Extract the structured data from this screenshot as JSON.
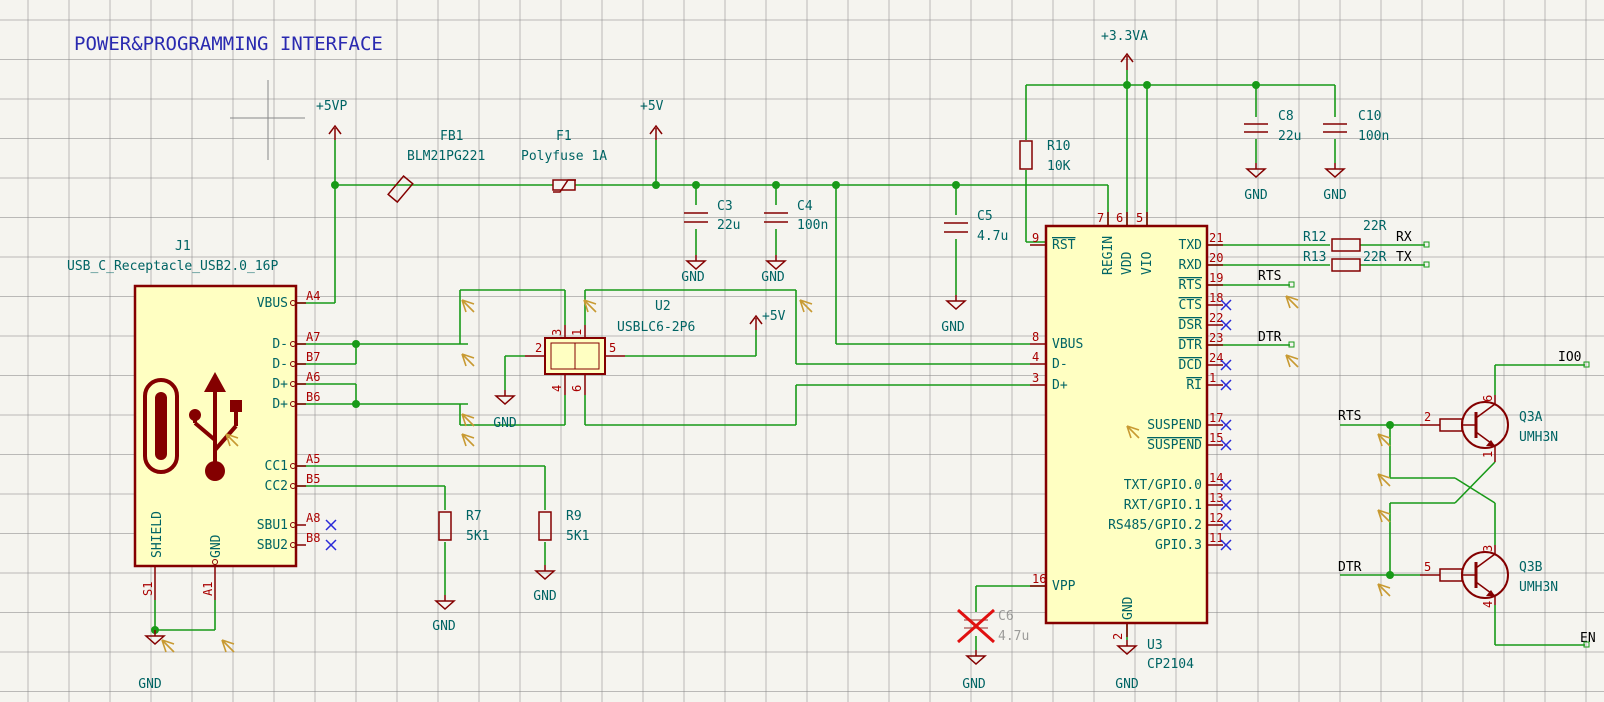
{
  "title": "POWER&PROGRAMMING INTERFACE",
  "power": {
    "v5vp": "+5VP",
    "v5v_a": "+5V",
    "v5v_b": "+5V",
    "v33": "+3.3VA",
    "gnd": [
      "GND",
      "GND",
      "GND",
      "GND",
      "GND",
      "GND",
      "GND",
      "GND",
      "GND",
      "GND",
      "GND"
    ]
  },
  "components": {
    "j1": {
      "ref": "J1",
      "value": "USB_C_Receptacle_USB2.0_16P"
    },
    "fb1": {
      "ref": "FB1",
      "value": "BLM21PG221"
    },
    "f1": {
      "ref": "F1",
      "value": "Polyfuse 1A"
    },
    "c3": {
      "ref": "C3",
      "value": "22u"
    },
    "c4": {
      "ref": "C4",
      "value": "100n"
    },
    "c5": {
      "ref": "C5",
      "value": "4.7u"
    },
    "c6": {
      "ref": "C6",
      "value": "4.7u"
    },
    "c8": {
      "ref": "C8",
      "value": "22u"
    },
    "c10": {
      "ref": "C10",
      "value": "100n"
    },
    "r7": {
      "ref": "R7",
      "value": "5K1"
    },
    "r9": {
      "ref": "R9",
      "value": "5K1"
    },
    "r10": {
      "ref": "R10",
      "value": "10K"
    },
    "r12": {
      "ref": "R12",
      "value": "22R"
    },
    "r13": {
      "ref": "R13",
      "value": "22R"
    },
    "u2": {
      "ref": "U2",
      "value": "USBLC6-2P6"
    },
    "u3": {
      "ref": "U3",
      "value": "CP2104"
    },
    "q3a": {
      "ref": "Q3A",
      "value": "UMH3N"
    },
    "q3b": {
      "ref": "Q3B",
      "value": "UMH3N"
    }
  },
  "j1_pins": [
    {
      "name": "VBUS",
      "num": "A4"
    },
    {
      "name": "D-",
      "num": "A7"
    },
    {
      "name": "D-",
      "num": "B7"
    },
    {
      "name": "D+",
      "num": "A6"
    },
    {
      "name": "D+",
      "num": "B6"
    },
    {
      "name": "CC1",
      "num": "A5"
    },
    {
      "name": "CC2",
      "num": "B5"
    },
    {
      "name": "SBU1",
      "num": "A8"
    },
    {
      "name": "SBU2",
      "num": "B8"
    }
  ],
  "j1_bottom": {
    "shield": "SHIELD",
    "gnd": "GND",
    "s1": "S1",
    "a1": "A1"
  },
  "u2_pins": [
    "2",
    "3",
    "1",
    "5",
    "4",
    "6"
  ],
  "u3_left": [
    {
      "name": "RST",
      "num": "9"
    },
    {
      "name": "VBUS",
      "num": "8"
    },
    {
      "name": "D-",
      "num": "4"
    },
    {
      "name": "D+",
      "num": "3"
    },
    {
      "name": "VPP",
      "num": "16"
    }
  ],
  "u3_top": [
    {
      "name": "REGIN",
      "num": "7"
    },
    {
      "name": "VDD",
      "num": "6"
    },
    {
      "name": "VIO",
      "num": "5"
    }
  ],
  "u3_bottom": {
    "name": "GND",
    "num": "2"
  },
  "u3_right": [
    {
      "name": "TXD",
      "num": "21"
    },
    {
      "name": "RXD",
      "num": "20"
    },
    {
      "name": "RTS",
      "num": "19"
    },
    {
      "name": "CTS",
      "num": "18"
    },
    {
      "name": "DSR",
      "num": "22"
    },
    {
      "name": "DTR",
      "num": "23"
    },
    {
      "name": "DCD",
      "num": "24"
    },
    {
      "name": "RI",
      "num": "1"
    },
    {
      "name": "SUSPEND",
      "num": "17"
    },
    {
      "name": "SUSPEND",
      "num": "15"
    },
    {
      "name": "TXT/GPIO.0",
      "num": "14"
    },
    {
      "name": "RXT/GPIO.1",
      "num": "13"
    },
    {
      "name": "RS485/GPIO.2",
      "num": "12"
    },
    {
      "name": "GPIO.3",
      "num": "11"
    }
  ],
  "labels": {
    "rx": "RX",
    "tx": "TX",
    "rts_u3": "RTS",
    "dtr_u3": "DTR",
    "rts_q": "RTS",
    "dtr_q": "DTR",
    "io0": "IO0",
    "en": "EN"
  },
  "q3_pins": {
    "a_base": "2",
    "a_col": "6",
    "a_emit": "1",
    "b_base": "5",
    "b_col": "3",
    "b_emit": "4"
  },
  "colors": {
    "wire": "#189a18",
    "component": "#840000",
    "body": "#ffffc2",
    "text": "#006464",
    "title": "#2a2ab0",
    "noconnect": "#2a2ad8"
  }
}
